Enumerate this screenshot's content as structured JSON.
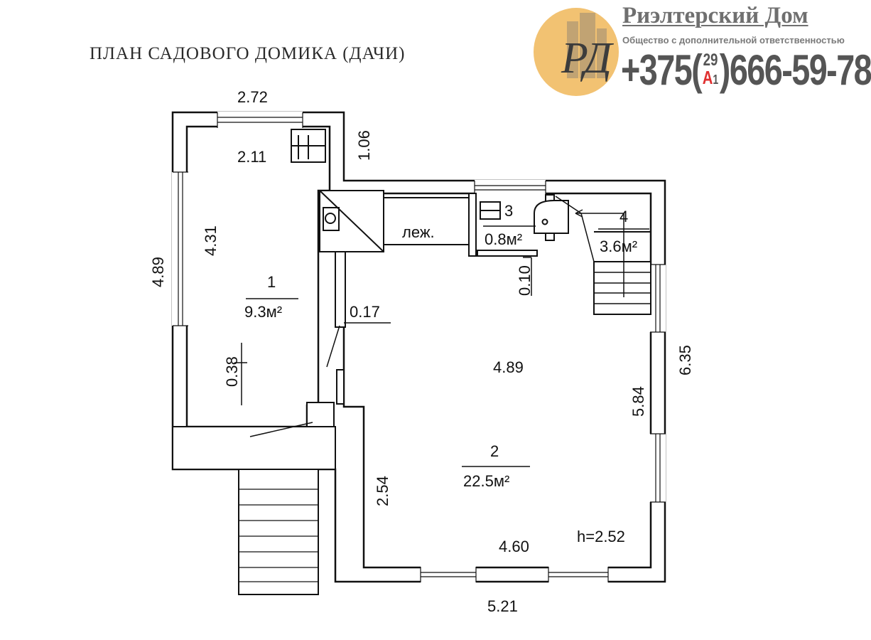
{
  "plan_title": "ПЛАН САДОВОГО ДОМИКА (ДАЧИ)",
  "company": {
    "name": "Риэлтерский Дом",
    "subtitle": "Общество с дополнительной ответственностью",
    "logo_letters": "РД",
    "phone": {
      "prefix": "+375(",
      "operator_code": "29",
      "operator_letter": "A",
      "operator_index": "1",
      "suffix": ")666-59-78"
    }
  },
  "colors": {
    "wall_fill": "#ffffff",
    "line": "#111111",
    "seal_gold": "#f2c272",
    "phone_accent": "#e03030"
  },
  "rooms": [
    {
      "number": "1",
      "area": "9.3м²"
    },
    {
      "number": "2",
      "area": "22.5м²"
    },
    {
      "number": "3",
      "area": "0.8м²"
    },
    {
      "number": "4",
      "area": "3.6м²"
    }
  ],
  "labels": {
    "bed": "леж.",
    "ceiling_height": "h=2.52"
  },
  "dimensions": {
    "top_room1_outer": "2.72",
    "room1_inner_width": "2.11",
    "step_height": "1.06",
    "room1_inner_length": "4.31",
    "room1_outer_length": "4.89",
    "wall_thickness": "0.17",
    "corner_stub": "0.38",
    "partition_thickness": "0.10",
    "room2_width": "4.89",
    "room2_inner_length": "5.84",
    "outer_length_right": "6.35",
    "room2_left_segment": "2.54",
    "room2_inner_bottom": "4.60",
    "outer_bottom": "5.21"
  }
}
